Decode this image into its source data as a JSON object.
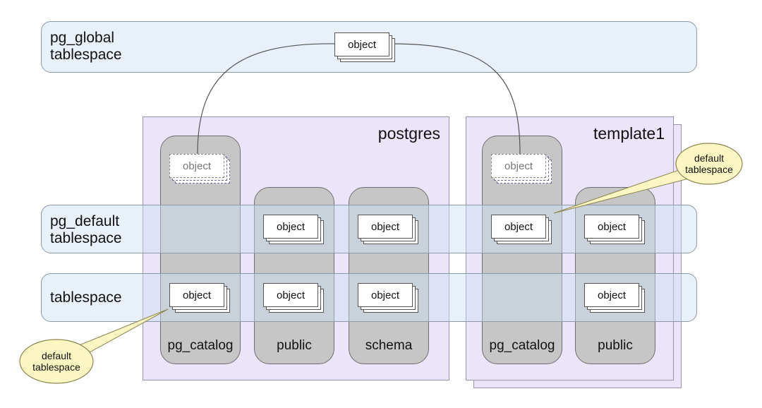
{
  "tablespaces": {
    "global": "pg_global\ntablespace",
    "default": "pg_default\ntablespace",
    "user": "tablespace"
  },
  "databases": {
    "postgres": {
      "title": "postgres",
      "schemas": [
        "pg_catalog",
        "public",
        "schema"
      ]
    },
    "template1": {
      "title": "template1",
      "schemas": [
        "pg_catalog",
        "public"
      ]
    }
  },
  "object_label": "object",
  "callouts": {
    "top_right": "default\ntablespace",
    "bottom_left": "default\ntablespace"
  }
}
